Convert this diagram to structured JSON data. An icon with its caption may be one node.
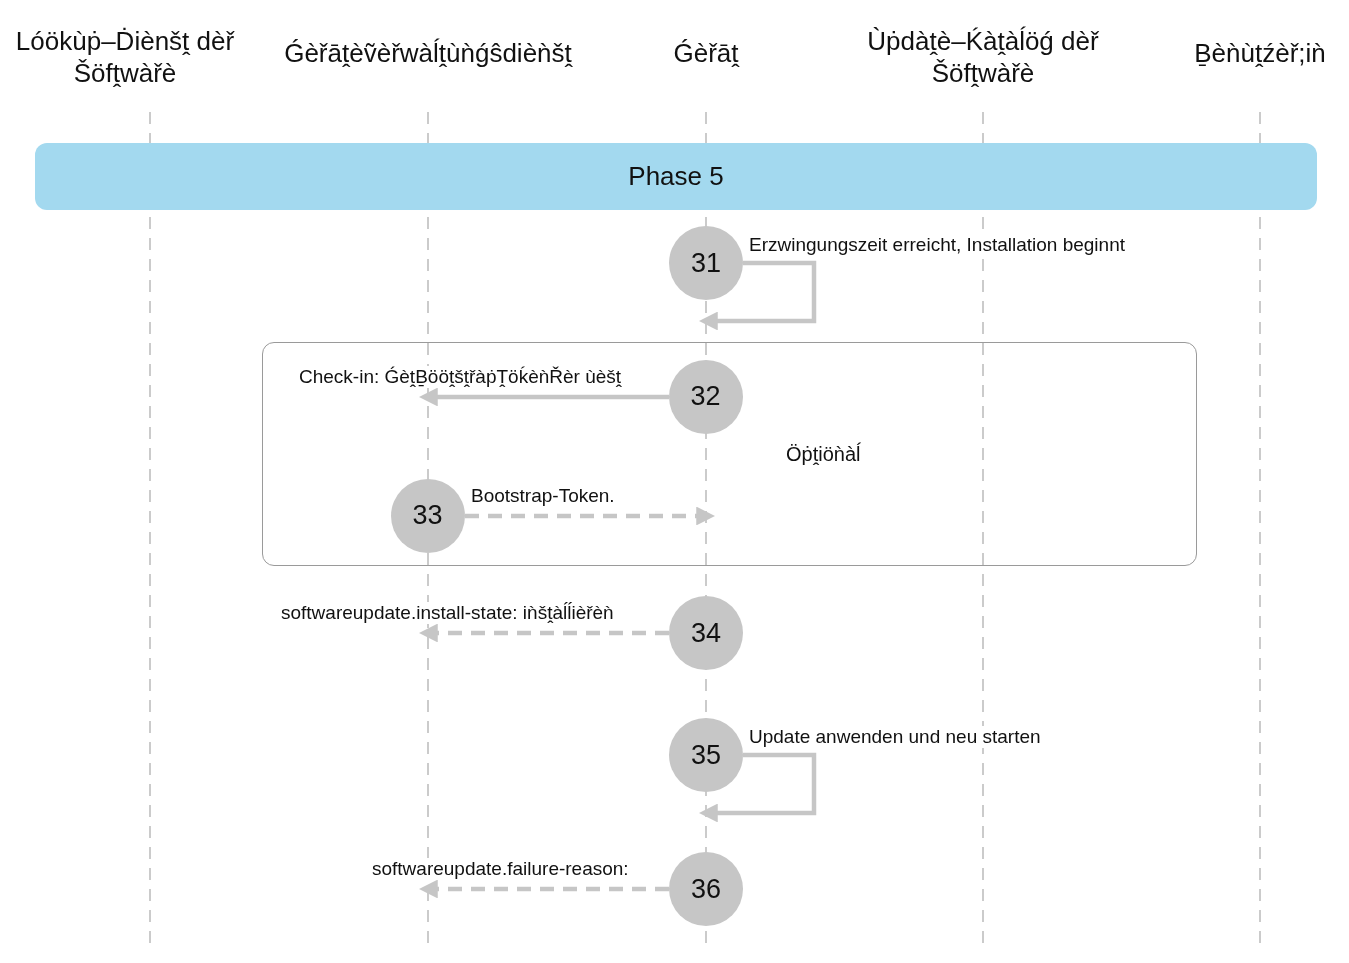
{
  "diagram": {
    "nodes": [
      {
        "text": [
          "Lóökùṗ–Ḋiènšṱ dèř Šöfṱwàřè"
        ]
      },
      {
        "text": [
          "Ǵèřāṱèṽèřwàĺṱùǹǵŝdièǹšṱ"
        ]
      },
      {
        "text": [
          "Ǵèřāṱ"
        ]
      },
      {
        "text": [
          "Ùṗdàṱè–Ḱàṱàĺöǵ dèř Šöfṱwàřè"
        ]
      },
      {
        "text": [
          "Ḇèǹùṱźèř;iǹ"
        ]
      },
      {
        "text": [
          "Phase 5"
        ]
      },
      {
        "text": [
          "31"
        ]
      },
      {
        "text": [
          "Öṗṱiöǹàĺ"
        ]
      },
      {
        "text": [
          "32"
        ],
        "in": 7
      },
      {
        "text": [
          "33"
        ],
        "in": 7
      },
      {
        "text": [
          "34"
        ]
      },
      {
        "text": [
          "35"
        ]
      },
      {
        "text": [
          "36"
        ]
      }
    ],
    "edges": [
      {
        "from": 6,
        "to": 6,
        "arrow": "to",
        "label": "Erzwingungszeit erreicht, Installation beginnt"
      },
      {
        "from": 8,
        "to": null,
        "arrow": "to",
        "label": "Check-in: ǴèṱḆööṱšṱřàṗṰöḱèǹŘèr ùèšṱ"
      },
      {
        "from": 9,
        "to": null,
        "arrow": "to",
        "label": "Bootstrap-Token.",
        "style": "dashed"
      },
      {
        "from": 10,
        "to": null,
        "arrow": "to",
        "label": "softwareupdate.install-state: iǹšṱàĺĺièřèǹ",
        "style": "dashed"
      },
      {
        "from": 11,
        "to": 11,
        "arrow": "to",
        "label": "Update anwenden und neu starten"
      },
      {
        "from": 12,
        "to": null,
        "arrow": "to",
        "label": "softwareupdate.failure-reason:",
        "style": "dashed"
      }
    ]
  }
}
